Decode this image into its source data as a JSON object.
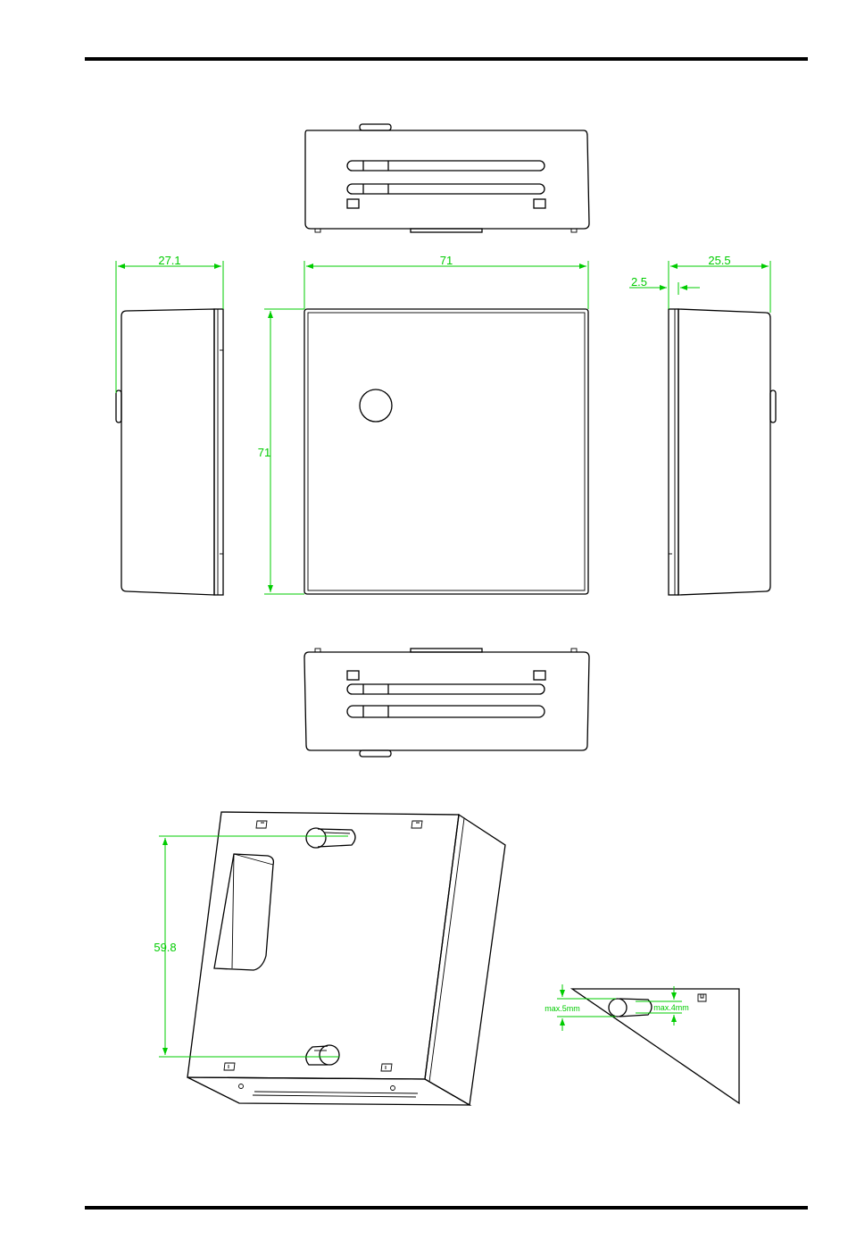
{
  "dimensions": {
    "front_width": "71",
    "front_height": "71",
    "left_depth": "27.1",
    "right_depth": "25.5",
    "right_offset": "2.5",
    "keyhole_spacing": "59.8",
    "screw_head_max": "max.5mm",
    "screw_shank_max": "max.4mm"
  },
  "colors": {
    "dimension": "#00cc00",
    "outline": "#000000"
  }
}
